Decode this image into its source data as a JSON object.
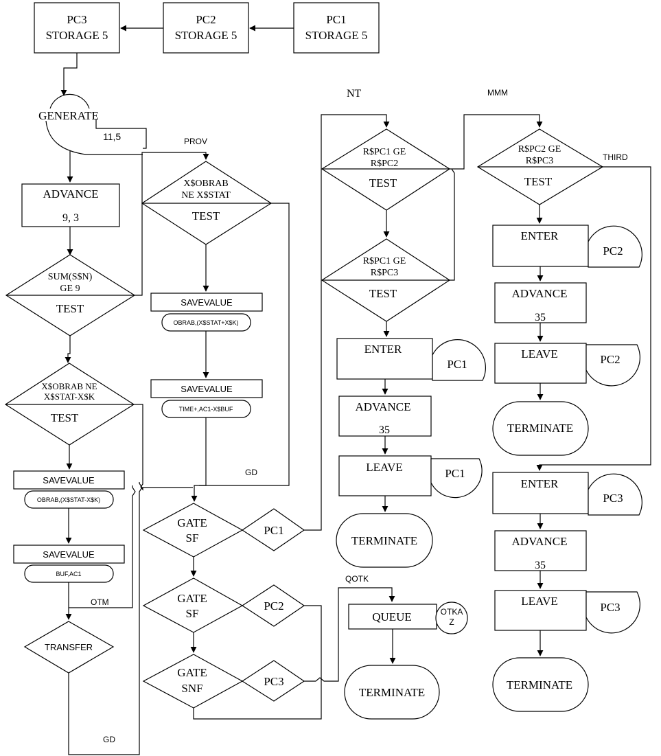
{
  "storages": {
    "pc3": [
      "PC3",
      "STORAGE 5"
    ],
    "pc2": [
      "PC2",
      "STORAGE 5"
    ],
    "pc1": [
      "PC1",
      "STORAGE 5"
    ]
  },
  "generate": {
    "label": "GENERATE",
    "operand": "11,5"
  },
  "advance_main": [
    "ADVANCE",
    "9, 3"
  ],
  "test_sum": {
    "cond": [
      "SUM(S$N)",
      "GE 9"
    ],
    "label": "TEST"
  },
  "test_obrab_k": {
    "cond": [
      "X$OBRAB NE",
      "X$STAT-X$K"
    ],
    "label": "TEST"
  },
  "savevalues_left": [
    {
      "label": "SAVEVALUE",
      "operand": "OBRAB,(X$STAT-X$K)"
    },
    {
      "label": "SAVEVALUE",
      "operand": "BUF,AC1"
    }
  ],
  "labels": {
    "prov": "PROV",
    "gd_top": "GD",
    "otm": "OTM",
    "gd_bottom": "GD",
    "nt": "NT",
    "mmm": "MMM",
    "third": "THIRD",
    "qotk": "QOTK"
  },
  "transfer": "TRANSFER",
  "test_prov": {
    "cond": [
      "X$OBRAB",
      "NE X$STAT"
    ],
    "label": "TEST"
  },
  "savevalues_mid": [
    {
      "label": "SAVEVALUE",
      "operand": "OBRAB,(X$STAT+X$K)"
    },
    {
      "label": "SAVEVALUE",
      "operand": "TIME+,AC1-X$BUF"
    }
  ],
  "gates": [
    {
      "lines": [
        "GATE",
        "SF"
      ],
      "device": "PC1"
    },
    {
      "lines": [
        "GATE",
        "SF"
      ],
      "device": "PC2"
    },
    {
      "lines": [
        "GATE",
        "SNF"
      ],
      "device": "PC3"
    }
  ],
  "nt_tests": [
    {
      "cond": [
        "R$PC1 GE",
        "R$PC2"
      ],
      "label": "TEST"
    },
    {
      "cond": [
        "R$PC1 GE",
        "R$PC3"
      ],
      "label": "TEST"
    }
  ],
  "pc1_chain": {
    "enter": "ENTER",
    "device": "PC1",
    "advance": [
      "ADVANCE",
      "35"
    ],
    "leave": "LEAVE",
    "leave_device": "PC1",
    "terminate": "TERMINATE"
  },
  "queue": {
    "label": "QUEUE",
    "name": [
      "OTKA",
      "Z"
    ],
    "terminate": "TERMINATE"
  },
  "mmm_test": {
    "cond": [
      "R$PC2 GE",
      "R$PC3"
    ],
    "label": "TEST"
  },
  "pc2_chain": {
    "enter": "ENTER",
    "device": "PC2",
    "advance": [
      "ADVANCE",
      "35"
    ],
    "leave": "LEAVE",
    "leave_device": "PC2",
    "terminate": "TERMINATE"
  },
  "pc3_chain": {
    "enter": "ENTER",
    "device": "PC3",
    "advance": [
      "ADVANCE",
      "35"
    ],
    "leave": "LEAVE",
    "leave_device": "PC3",
    "terminate": "TERMINATE"
  }
}
